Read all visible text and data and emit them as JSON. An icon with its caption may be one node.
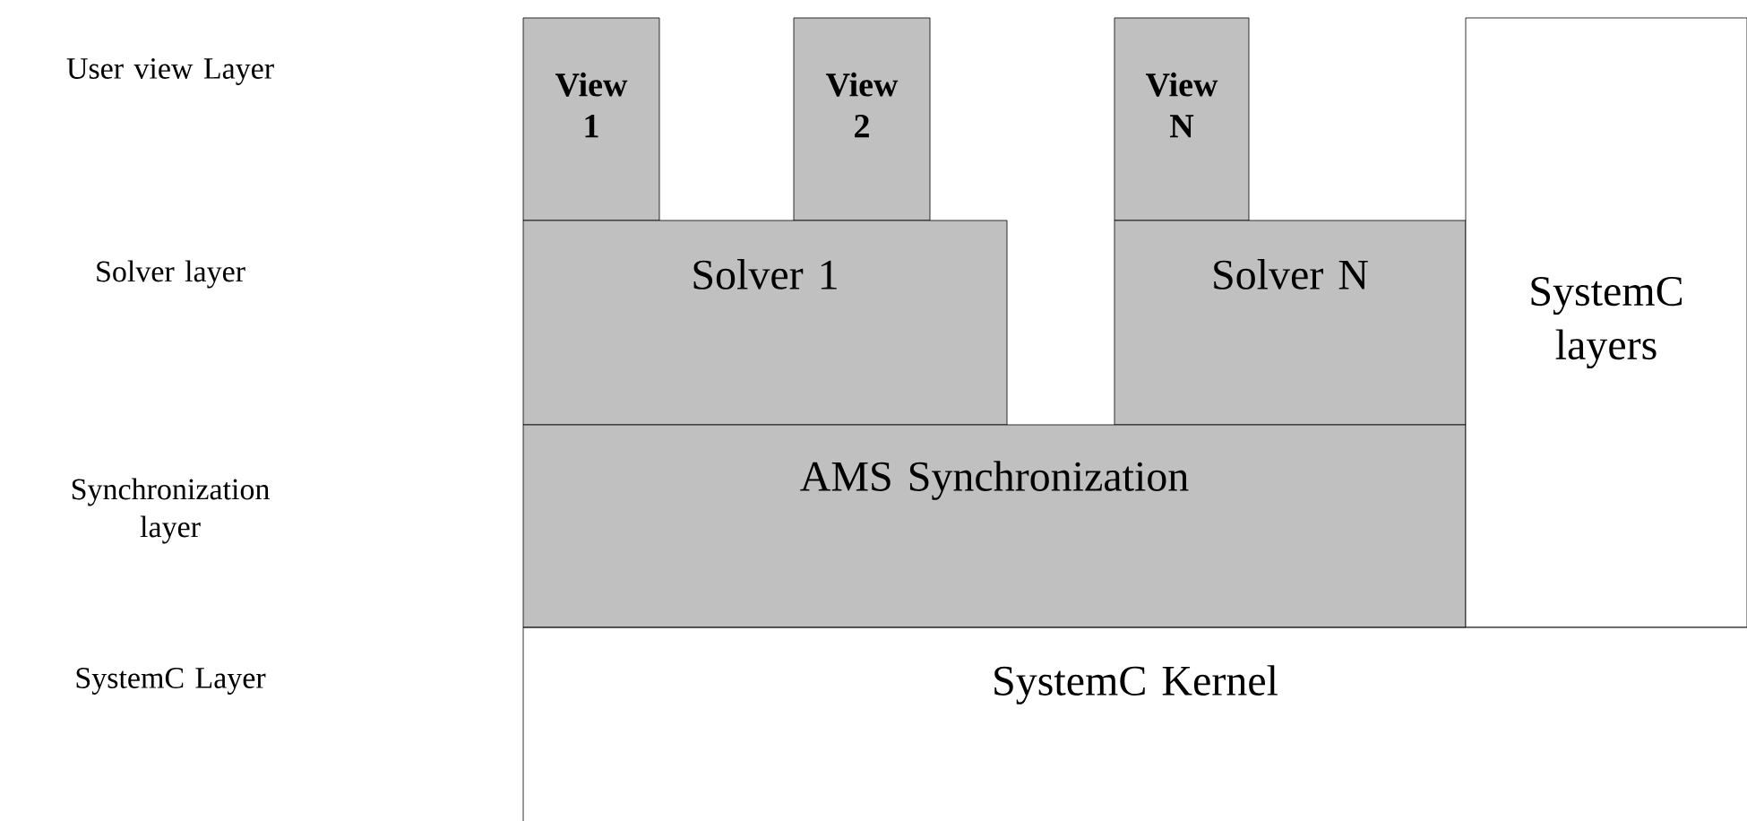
{
  "diagram": {
    "nodes": [
      {
        "text": [
          "View 1"
        ]
      },
      {
        "text": [
          "View 2"
        ]
      },
      {
        "text": [
          "View N"
        ]
      },
      {
        "text": [
          "Solver 1"
        ]
      },
      {
        "text": [
          "Solver N"
        ]
      },
      {
        "text": [
          "AMS Synchronization"
        ]
      },
      {
        "text": [
          "SystemC layers"
        ]
      },
      {
        "text": [
          "SystemC Kernel"
        ]
      }
    ],
    "labels": [
      "User view Layer",
      "Solver layer",
      "Synchronization layer",
      "SystemC Layer"
    ]
  }
}
